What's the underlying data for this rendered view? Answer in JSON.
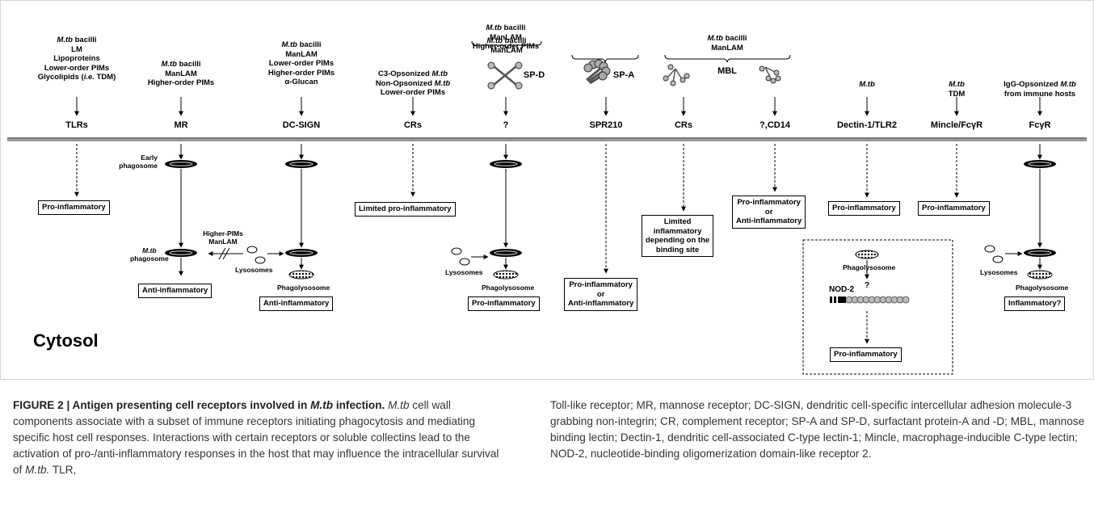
{
  "figure": {
    "col1": {
      "label1": "M.tb",
      "label2": " bacilli",
      "lines": [
        "LM",
        "Lipoproteins",
        "Lower-order PIMs"
      ],
      "glyco_pre": "Glycolipids (",
      "glyco_ie": "i.e.",
      "glyco_post": " TDM)",
      "receptor": "TLRs",
      "outcome": "Pro-inflammatory"
    },
    "col2": {
      "label1": "M.tb",
      "label2": " bacilli",
      "lines": [
        "ManLAM",
        "Higher-order PIMs"
      ],
      "receptor": "MR",
      "early_phagosome": [
        "Early",
        "phagosome"
      ],
      "mtb_phagosome": [
        "M.tb",
        "phagosome"
      ],
      "inhibitors": [
        "Higher-PIMs",
        "ManLAM"
      ],
      "lysosomes": "Lysosomes",
      "outcome": "Anti-inflammatory"
    },
    "col3": {
      "label1": "M.tb",
      "label2": " bacilli",
      "lines": [
        "ManLAM",
        "Lower-order PIMs",
        "Higher-order PIMs",
        "α-Glucan"
      ],
      "receptor": "DC-SIGN",
      "phagolysosome": "Phagolysosome",
      "outcome": "Anti-inflammatory"
    },
    "col4": {
      "line1_pre": "C3-Opsonized ",
      "line1_it": "M.tb",
      "line2_pre": "Non-Opsonized ",
      "line2_it": "M.tb",
      "line3": "Lower-order PIMs",
      "receptor": "CRs",
      "outcome": "Limited pro-inflammatory"
    },
    "col5": {
      "label1": "M.tb",
      "label2": " bacilli",
      "lines": [
        "ManLAM",
        "Higher-order PIMs"
      ],
      "collectin": "SP-D",
      "receptor": "?",
      "lysosomes": "Lysosomes",
      "phagolysosome": "Phagolysosome",
      "outcome": "Pro-inflammatory"
    },
    "col6": {
      "label1": "M.tb",
      "label2": " bacilli",
      "lines": [
        "ManLAM"
      ],
      "collectin": "SP-A",
      "receptor": "SPR210",
      "outcome": [
        "Pro-inflammatory",
        "or",
        "Anti-inflammatory"
      ]
    },
    "col7": {
      "label1": "M.tb",
      "label2": " bacilli",
      "lines": [
        "ManLAM"
      ],
      "collectin": "MBL",
      "receptor_a": "CRs",
      "receptor_b": "?,CD14",
      "outcome_a": [
        "Limited",
        "inflammatory",
        "depending on the",
        "binding site"
      ],
      "outcome_b": [
        "Pro-inflammatory",
        "or",
        "Anti-inflammatory"
      ]
    },
    "col8": {
      "label": "M.tb",
      "receptor": "Dectin-1/TLR2",
      "outcome": "Pro-inflammatory",
      "inset_phagolysosome": "Phagolysosome",
      "inset_q": "?",
      "inset_nod": "NOD-2",
      "inset_outcome": "Pro-inflammatory"
    },
    "col9": {
      "label1": "M.tb",
      "label2": "TDM",
      "receptor": "Mincle/FcγR",
      "outcome": "Pro-inflammatory"
    },
    "col10": {
      "line1_pre": "IgG-Opsonized ",
      "line1_it": "M.tb",
      "line2": "from immune hosts",
      "receptor": "FcγR",
      "lysosomes": "Lysosomes",
      "phagolysosome": "Phagolysosome",
      "outcome": "Inflammatory?"
    },
    "cytosol": "Cytosol"
  },
  "caption": {
    "title_pre": "FIGURE 2 | Antigen presenting cell receptors involved in ",
    "title_it": "M.tb",
    "title_post": " infection.",
    "left_it1": "M.tb",
    "left_text1": " cell wall components associate with a subset of immune receptors initiating phagocytosis and mediating specific host cell responses. Interactions with certain receptors or soluble collectins lead to the activation of pro-/anti-inflammatory responses in the host that may influence the intracellular survival of ",
    "left_it2": "M.tb.",
    "left_text2": " TLR,",
    "right_text": "Toll-like receptor; MR, mannose receptor; DC-SIGN, dendritic cell-specific intercellular adhesion molecule-3 grabbing non-integrin; CR, complement receptor; SP-A and SP-D, surfactant protein-A and -D; MBL, mannose binding lectin; Dectin-1, dendritic cell-associated C-type lectin-1; Mincle, macrophage-inducible C-type lectin; NOD-2, nucleotide-binding oligomerization domain-like receptor 2."
  }
}
